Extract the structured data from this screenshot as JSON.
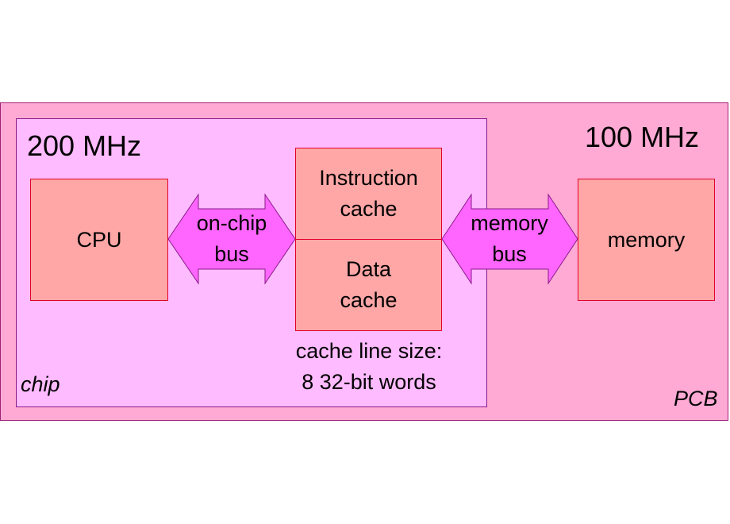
{
  "pcb": {
    "label": "PCB",
    "frequency": "100 MHz"
  },
  "chip": {
    "label": "chip",
    "frequency": "200 MHz"
  },
  "blocks": {
    "cpu": "CPU",
    "instruction_cache": "Instruction\ncache",
    "data_cache": "Data\ncache",
    "memory": "memory"
  },
  "buses": {
    "on_chip": "on-chip\nbus",
    "memory": "memory\nbus"
  },
  "cache_note": "cache line size:\n8  32-bit words",
  "colors": {
    "pcb_fill": "#ffaad4",
    "chip_fill": "#ffbbff",
    "block_fill": "#ffa6a6",
    "block_border": "#e0002a",
    "arrow_fill": "#ff66ff"
  }
}
